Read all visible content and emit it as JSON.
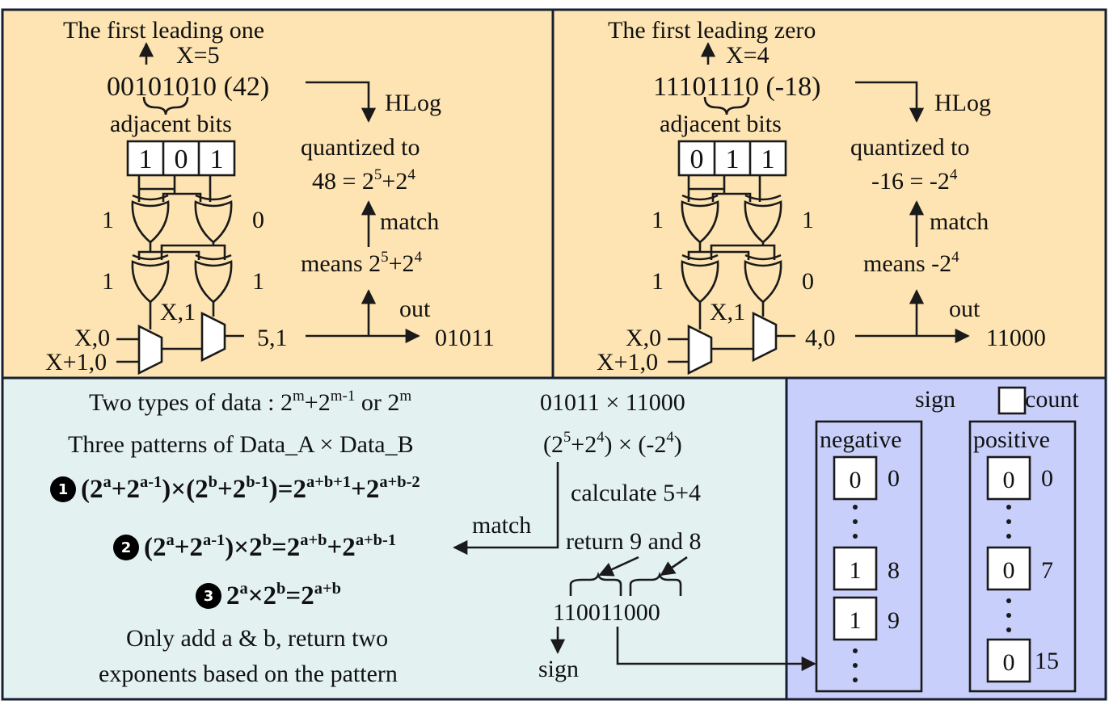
{
  "colors": {
    "panel_top": "#fde4b2",
    "panel_bottom_left": "#e3f1f1",
    "panel_bottom_right": "#c8cffa",
    "border": "#172033"
  },
  "top_left": {
    "heading": "The first leading one",
    "x_label": "X=5",
    "number": "00101010 (42)",
    "adjacent_label": "adjacent bits",
    "bits": [
      "1",
      "0",
      "1"
    ],
    "hlog": "HLog",
    "quantized_to": "quantized to",
    "quantized_base": "48 = 2",
    "quantized_exp1": "5",
    "quantized_plus": "+2",
    "quantized_exp2": "4",
    "match": "match",
    "means": "means 2",
    "means_exp1": "5",
    "means_plus": "+2",
    "means_exp2": "4",
    "out": "out",
    "out_value": "01011",
    "xor1_left": "1",
    "xor1_right": "0",
    "xor2_left": "1",
    "xor2_right": "1",
    "mux_x1": "X,1",
    "mux_x0": "X,0",
    "mux_x10": "X+1,0",
    "mux_out": "5,1"
  },
  "top_right": {
    "heading": "The first leading zero",
    "x_label": "X=4",
    "number": "11101110 (-18)",
    "adjacent_label": "adjacent bits",
    "bits": [
      "0",
      "1",
      "1"
    ],
    "hlog": "HLog",
    "quantized_to": "quantized to",
    "quantized_base": "-16 = -2",
    "quantized_exp1": "4",
    "match": "match",
    "means": "means  -2",
    "means_exp1": "4",
    "out": "out",
    "out_value": "11000",
    "xor1_left": "1",
    "xor1_right": "1",
    "xor2_left": "1",
    "xor2_right": "0",
    "mux_x1": "X,1",
    "mux_x0": "X,0",
    "mux_x10": "X+1,0",
    "mux_out": "4,0"
  },
  "bottom_left": {
    "line1_pre": "Two types of data : 2",
    "line1_e1": "m",
    "line1_mid": "+2",
    "line1_e2": "m-1",
    "line1_or": " or 2",
    "line1_e3": "m",
    "line2": "Three patterns of Data_A × Data_B",
    "p1_num": "1",
    "p2_num": "2",
    "p3_num": "3",
    "p1": [
      {
        "t": "(2"
      },
      {
        "s": "a"
      },
      {
        "t": "+2"
      },
      {
        "s": "a-1"
      },
      {
        "t": ")×(2"
      },
      {
        "s": "b"
      },
      {
        "t": "+2"
      },
      {
        "s": "b-1"
      },
      {
        "t": ")=2"
      },
      {
        "s": "a+b+1"
      },
      {
        "t": "+2"
      },
      {
        "s": "a+b-2"
      }
    ],
    "p2": [
      {
        "t": "(2"
      },
      {
        "s": "a"
      },
      {
        "t": "+2"
      },
      {
        "s": "a-1"
      },
      {
        "t": ")×2"
      },
      {
        "s": "b"
      },
      {
        "t": "=2"
      },
      {
        "s": "a+b"
      },
      {
        "t": "+2"
      },
      {
        "s": "a+b-1"
      }
    ],
    "p3": [
      {
        "t": "2"
      },
      {
        "s": "a"
      },
      {
        "t": "×2"
      },
      {
        "s": "b"
      },
      {
        "t": "=2"
      },
      {
        "s": "a+b"
      }
    ],
    "footer1": "Only add a & b, return two",
    "footer2": "exponents based on the pattern",
    "mult": "01011 × 11000",
    "mult_expr": [
      {
        "t": "(2"
      },
      {
        "s": "5"
      },
      {
        "t": "+2"
      },
      {
        "s": "4"
      },
      {
        "t": ") × (-2"
      },
      {
        "s": "4"
      },
      {
        "t": ")"
      }
    ],
    "match": "match",
    "calculate": "calculate 5+4",
    "return": "return 9 and 8",
    "bits_out": "110011000",
    "sign": "sign"
  },
  "bottom_right": {
    "sign": "sign",
    "count": "count",
    "negative": {
      "title": "negative",
      "cells": [
        {
          "value": "0",
          "index": "0"
        },
        {
          "value": "1",
          "index": "8"
        },
        {
          "value": "1",
          "index": "9"
        }
      ]
    },
    "positive": {
      "title": "positive",
      "cells": [
        {
          "value": "0",
          "index": "0"
        },
        {
          "value": "0",
          "index": "7"
        },
        {
          "value": "0",
          "index": "15"
        }
      ]
    }
  }
}
